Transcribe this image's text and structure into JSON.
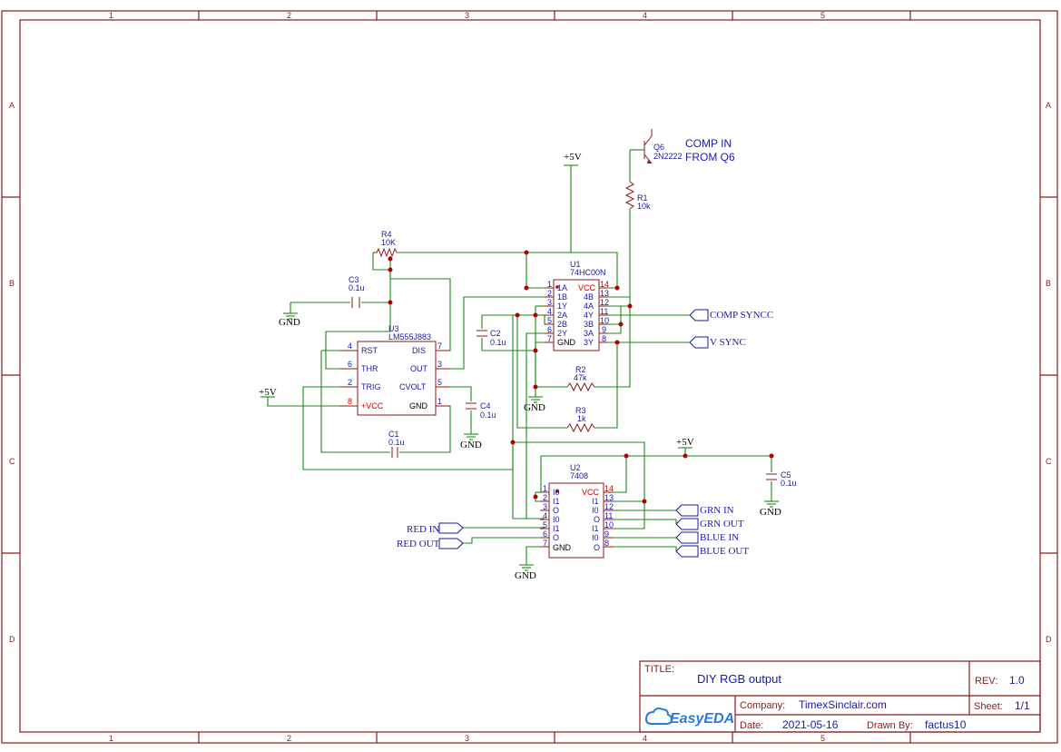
{
  "frame": {
    "cols": [
      "1",
      "2",
      "3",
      "4",
      "5"
    ],
    "rows": [
      "A",
      "B",
      "C",
      "D"
    ]
  },
  "colors": {
    "frame": "#8b1a1a",
    "wire": "#1a8a1a",
    "text": "#1a1aa0",
    "junction": "#b00000"
  },
  "annotation": {
    "line1": "COMP IN",
    "line2": "FROM Q6"
  },
  "components": {
    "q6": {
      "ref": "Q6",
      "value": "2N2222"
    },
    "r1": {
      "ref": "R1",
      "value": "10k"
    },
    "r2": {
      "ref": "R2",
      "value": "47k"
    },
    "r3": {
      "ref": "R3",
      "value": "1k"
    },
    "r4": {
      "ref": "R4",
      "value": "10K"
    },
    "c1": {
      "ref": "C1",
      "value": "0.1u"
    },
    "c2": {
      "ref": "C2",
      "value": "0.1u"
    },
    "c3": {
      "ref": "C3",
      "value": "0.1u"
    },
    "c4": {
      "ref": "C4",
      "value": "0.1u"
    },
    "c5": {
      "ref": "C5",
      "value": "0.1u"
    },
    "u1": {
      "ref": "U1",
      "value": "74HC00N",
      "left_pins": [
        {
          "num": "1",
          "name": "1A"
        },
        {
          "num": "2",
          "name": "1B"
        },
        {
          "num": "3",
          "name": "1Y"
        },
        {
          "num": "4",
          "name": "2A"
        },
        {
          "num": "5",
          "name": "2B"
        },
        {
          "num": "6",
          "name": "2Y"
        },
        {
          "num": "7",
          "name": "GND"
        }
      ],
      "right_pins": [
        {
          "num": "14",
          "name": "VCC"
        },
        {
          "num": "13",
          "name": "4B"
        },
        {
          "num": "12",
          "name": "4A"
        },
        {
          "num": "11",
          "name": "4Y"
        },
        {
          "num": "10",
          "name": "3B"
        },
        {
          "num": "9",
          "name": "3A"
        },
        {
          "num": "8",
          "name": "3Y"
        }
      ]
    },
    "u2": {
      "ref": "U2",
      "value": "7408",
      "left_pins": [
        {
          "num": "1",
          "name": "I0"
        },
        {
          "num": "2",
          "name": "I1"
        },
        {
          "num": "3",
          "name": "O"
        },
        {
          "num": "4",
          "name": "I0"
        },
        {
          "num": "5",
          "name": "I1"
        },
        {
          "num": "6",
          "name": "O"
        },
        {
          "num": "7",
          "name": "GND"
        }
      ],
      "right_pins": [
        {
          "num": "14",
          "name": "VCC"
        },
        {
          "num": "13",
          "name": "I1"
        },
        {
          "num": "12",
          "name": "I0"
        },
        {
          "num": "11",
          "name": "O"
        },
        {
          "num": "10",
          "name": "I1"
        },
        {
          "num": "9",
          "name": "I0"
        },
        {
          "num": "8",
          "name": "O"
        }
      ]
    },
    "u3": {
      "ref": "U3",
      "value": "LM555J883",
      "left_pins": [
        {
          "num": "4",
          "name": "RST"
        },
        {
          "num": "6",
          "name": "THR"
        },
        {
          "num": "2",
          "name": "TRIG"
        },
        {
          "num": "8",
          "name": "+VCC"
        }
      ],
      "right_pins": [
        {
          "num": "7",
          "name": "DIS"
        },
        {
          "num": "3",
          "name": "OUT"
        },
        {
          "num": "5",
          "name": "CVOLT"
        },
        {
          "num": "1",
          "name": "GND"
        }
      ]
    }
  },
  "power": {
    "vcc": "+5V",
    "gnd": "GND"
  },
  "ports": {
    "comp_sync": "COMP SYNCC",
    "v_sync": "V SYNC",
    "grn_in": "GRN IN",
    "grn_out": "GRN OUT",
    "blue_in": "BLUE IN",
    "blue_out": "BLUE OUT",
    "red_in": "RED IN",
    "red_out": "RED OUT"
  },
  "title_block": {
    "title_label": "TITLE:",
    "title": "DIY RGB output",
    "rev_label": "REV:",
    "rev": "1.0",
    "company_label": "Company:",
    "company": "TimexSinclair.com",
    "sheet_label": "Sheet:",
    "sheet": "1/1",
    "date_label": "Date:",
    "date": "2021-05-16",
    "drawn_label": "Drawn By:",
    "drawn": "factus10",
    "logo": "EasyEDA"
  }
}
